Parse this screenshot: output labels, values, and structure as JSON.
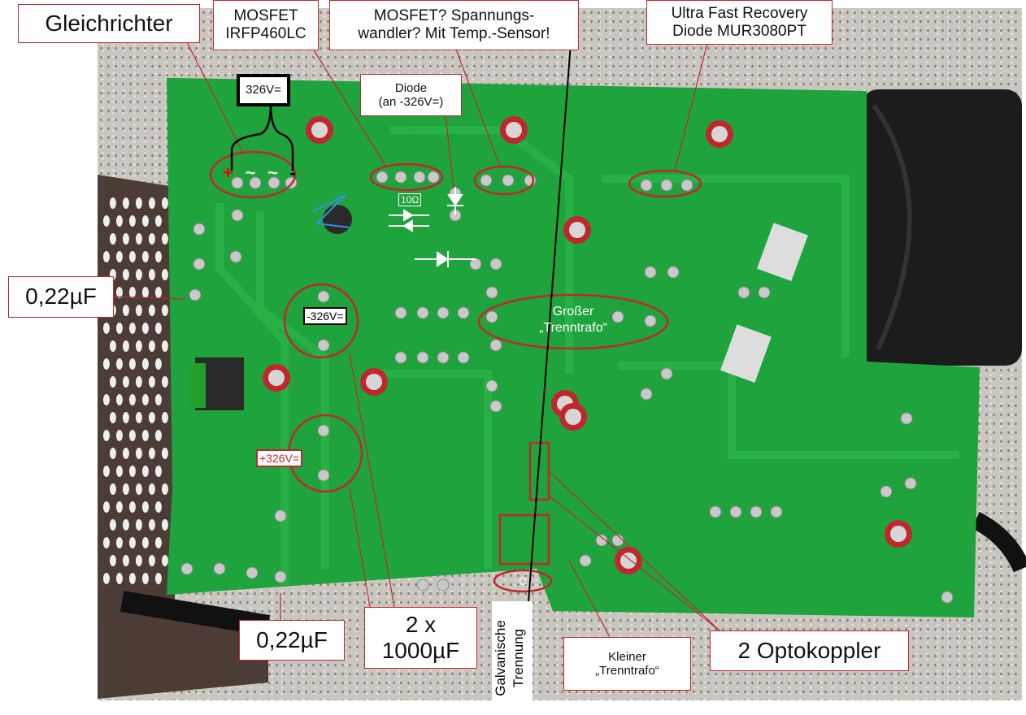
{
  "labels": {
    "rectifier": "Gleichrichter",
    "mosfet": [
      "MOSFET",
      "IRFP460LC"
    ],
    "mosfet_q": [
      "MOSFET? Spannungs-",
      "wandler? Mit Temp.-Sensor!"
    ],
    "diode_fast": [
      "Ultra Fast Recovery",
      "Diode MUR3080PT"
    ],
    "dc326": "326V=",
    "diode": [
      "Diode",
      "(an -326V=)"
    ],
    "cap_left": "0,22µF",
    "neg326": "-326V=",
    "pos326": "+326V=",
    "resistor": "10Ω",
    "big_trafo": [
      "Großer",
      "„Trenntrafo“"
    ],
    "cap_bottom": "0,22µF",
    "elcos": [
      "2 x",
      "1000µF"
    ],
    "small_trafo": [
      "Kleiner",
      "„Trenntrafo“"
    ],
    "optocouplers": "2 Optokoppler",
    "isolation": [
      "Galvanische",
      "Trennung"
    ],
    "rect_symbols": [
      "+",
      "~",
      "~",
      "-"
    ],
    "cap_symbol": "C"
  },
  "colors": {
    "pcb": "#1fa33c",
    "annotation": "#c0272d"
  }
}
